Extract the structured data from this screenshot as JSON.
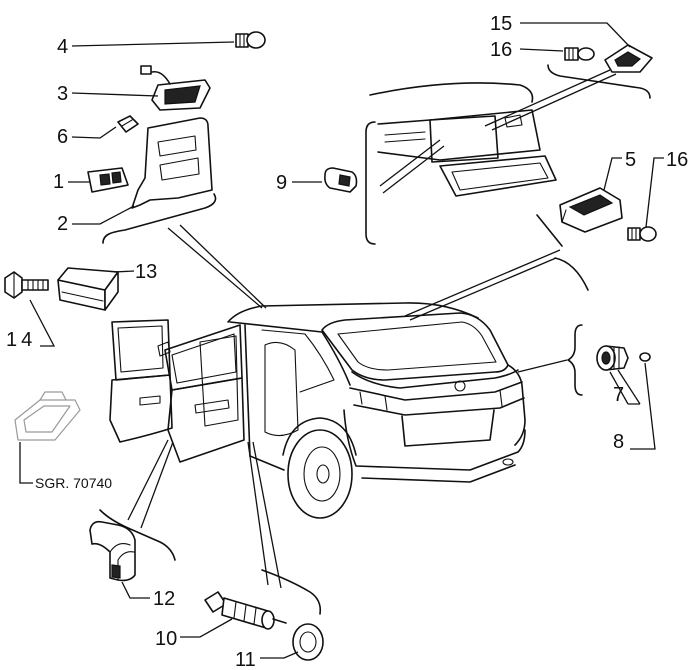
{
  "diagram": {
    "callouts": {
      "c4": "4",
      "c3": "3",
      "c6": "6",
      "c1": "1",
      "c2": "2",
      "c15": "15",
      "c16_top": "16",
      "c9": "9",
      "c5": "5",
      "c16_right": "16",
      "c13": "13",
      "c14": "14",
      "c7": "7",
      "c8": "8",
      "c12": "12",
      "c10": "10",
      "c11": "11"
    },
    "reference_code": "SGR. 70740"
  },
  "colors": {
    "ink": "#111111",
    "background": "#ffffff",
    "faded_part": "#9a9a9a"
  }
}
